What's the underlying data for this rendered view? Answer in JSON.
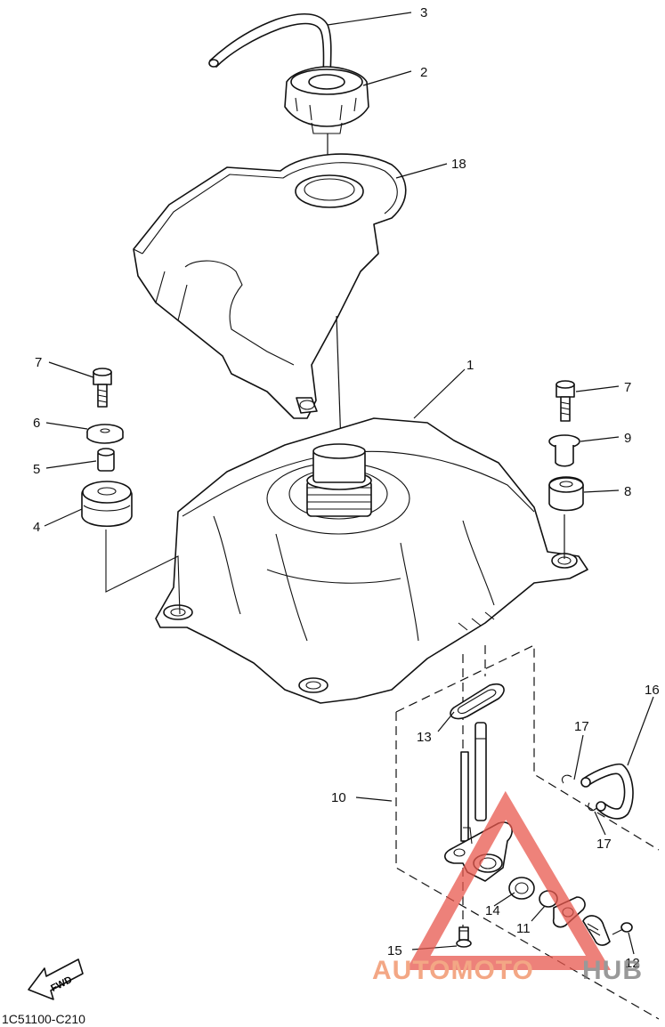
{
  "diagram": {
    "callouts": [
      {
        "id": "c1",
        "text": "1"
      },
      {
        "id": "c2",
        "text": "2"
      },
      {
        "id": "c3",
        "text": "3"
      },
      {
        "id": "c4",
        "text": "4"
      },
      {
        "id": "c5",
        "text": "5"
      },
      {
        "id": "c6",
        "text": "6"
      },
      {
        "id": "c7a",
        "text": "7"
      },
      {
        "id": "c7b",
        "text": "7"
      },
      {
        "id": "c8",
        "text": "8"
      },
      {
        "id": "c9",
        "text": "9"
      },
      {
        "id": "c10",
        "text": "10"
      },
      {
        "id": "c11",
        "text": "11"
      },
      {
        "id": "c12",
        "text": "12"
      },
      {
        "id": "c13",
        "text": "13"
      },
      {
        "id": "c14",
        "text": "14"
      },
      {
        "id": "c15",
        "text": "15"
      },
      {
        "id": "c16",
        "text": "16"
      },
      {
        "id": "c17a",
        "text": "17"
      },
      {
        "id": "c17b",
        "text": "17"
      },
      {
        "id": "c18",
        "text": "18"
      }
    ],
    "fwd_label": "FWD",
    "figure_code": "1C51100-C210",
    "watermark": {
      "part1": "AUTOMOTO",
      "part2": "HUB",
      "color_main": "#f08a5d",
      "color_hub": "#777777",
      "triangle_color": "#e8584e"
    }
  }
}
